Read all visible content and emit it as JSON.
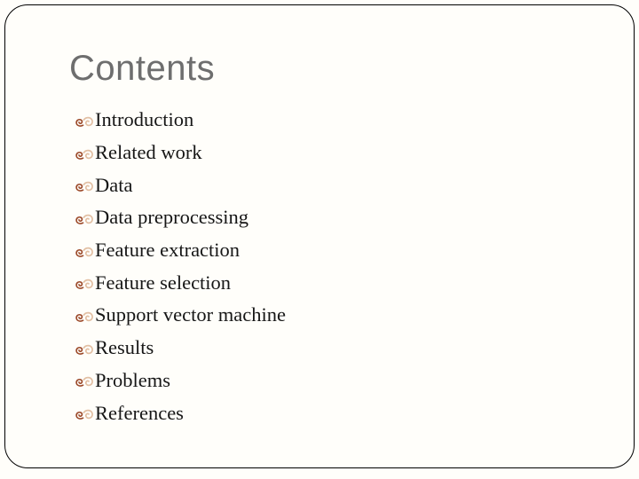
{
  "slide": {
    "title": "Contents",
    "items": [
      "Introduction",
      "Related work",
      "Data",
      "Data preprocessing",
      "Feature extraction",
      "Feature selection",
      "Support vector machine",
      "Results",
      "Problems",
      "References"
    ],
    "bullet_icon": "double-swirl-ornament",
    "colors": {
      "background": "#FFFEFA",
      "border_line": "#000000",
      "title_text": "#6E6E6E",
      "body_text": "#161616",
      "bullet_dark": "#9C4A2A",
      "bullet_light": "#E2BFA3"
    }
  }
}
